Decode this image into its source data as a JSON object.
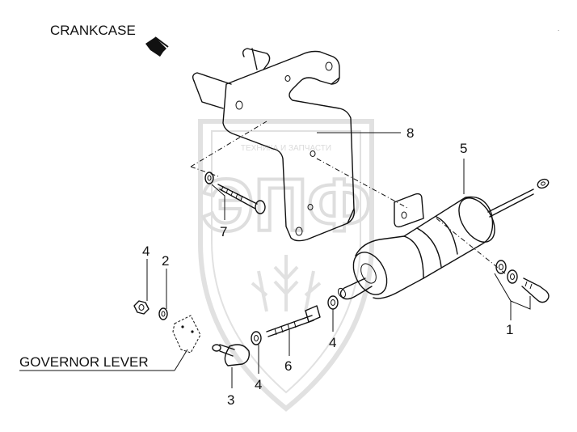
{
  "labels": {
    "crankcase": "CRANKCASE",
    "governor_lever": "GOVERNOR LEVER"
  },
  "watermark": {
    "top_text": "ТЕХНИКА И ЗАПЧАСТИ",
    "big_text": "ЭПФ",
    "color": "#c9c9c9"
  },
  "callouts": {
    "p1": "1",
    "p2": "2",
    "p3": "3",
    "p4a": "4",
    "p4b": "4",
    "p4c": "4",
    "p5": "5",
    "p6": "6",
    "p7": "7",
    "p8": "8"
  },
  "colors": {
    "line": "#111111",
    "background": "#ffffff"
  }
}
